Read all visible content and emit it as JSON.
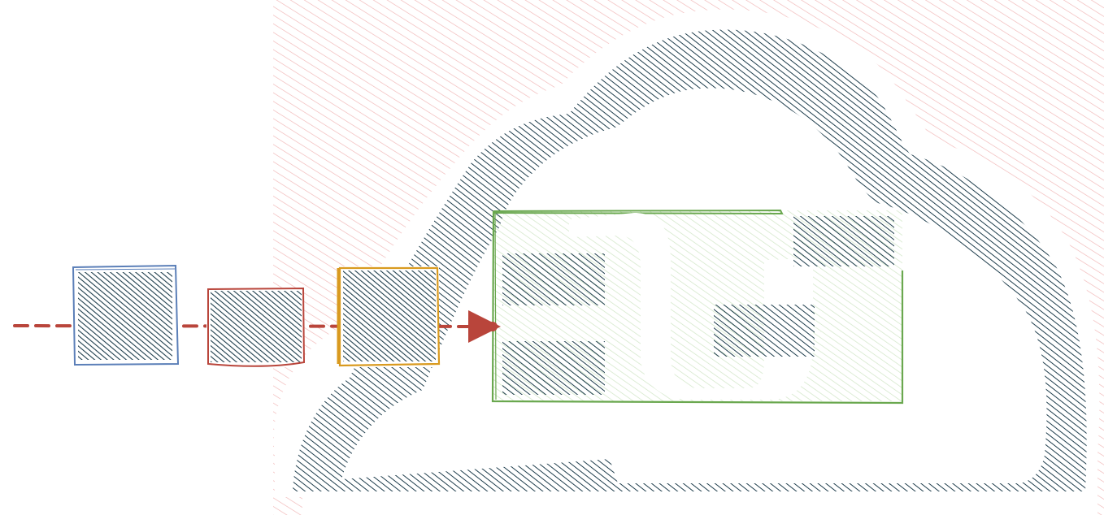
{
  "diagram": {
    "style": "hand-drawn sketch",
    "background_region": {
      "name": "cloud-zone",
      "fill": "hatched",
      "color": "#f0b4b4"
    },
    "cloud": {
      "name": "cloud",
      "fill": "hatched",
      "color": "#1e3d4c"
    },
    "connector": {
      "name": "data-flow-line",
      "style": "dashed",
      "color": "#b9453b",
      "end": "arrowhead"
    },
    "nodes": [
      {
        "name": "node-blue",
        "fill": "hatched",
        "fill_color": "#1e3d4c",
        "outline_color": "#5b7fb8"
      },
      {
        "name": "node-red",
        "fill": "hatched",
        "fill_color": "#1e3d4c",
        "outline_color": "#b9453b"
      },
      {
        "name": "node-orange",
        "fill": "hatched",
        "fill_color": "#1e3d4c",
        "outline_color": "#d99a1f"
      }
    ],
    "target": {
      "name": "target-container",
      "fill": "hatched",
      "fill_color": "#cfe5c4",
      "outline_color": "#6aa84f"
    },
    "target_blocks": [
      {
        "name": "block-left-top",
        "color": "#1e3d4c"
      },
      {
        "name": "block-left-bottom",
        "color": "#1e3d4c"
      },
      {
        "name": "block-right-top",
        "color": "#1e3d4c"
      },
      {
        "name": "block-right-middle",
        "color": "#1e3d4c"
      }
    ]
  }
}
